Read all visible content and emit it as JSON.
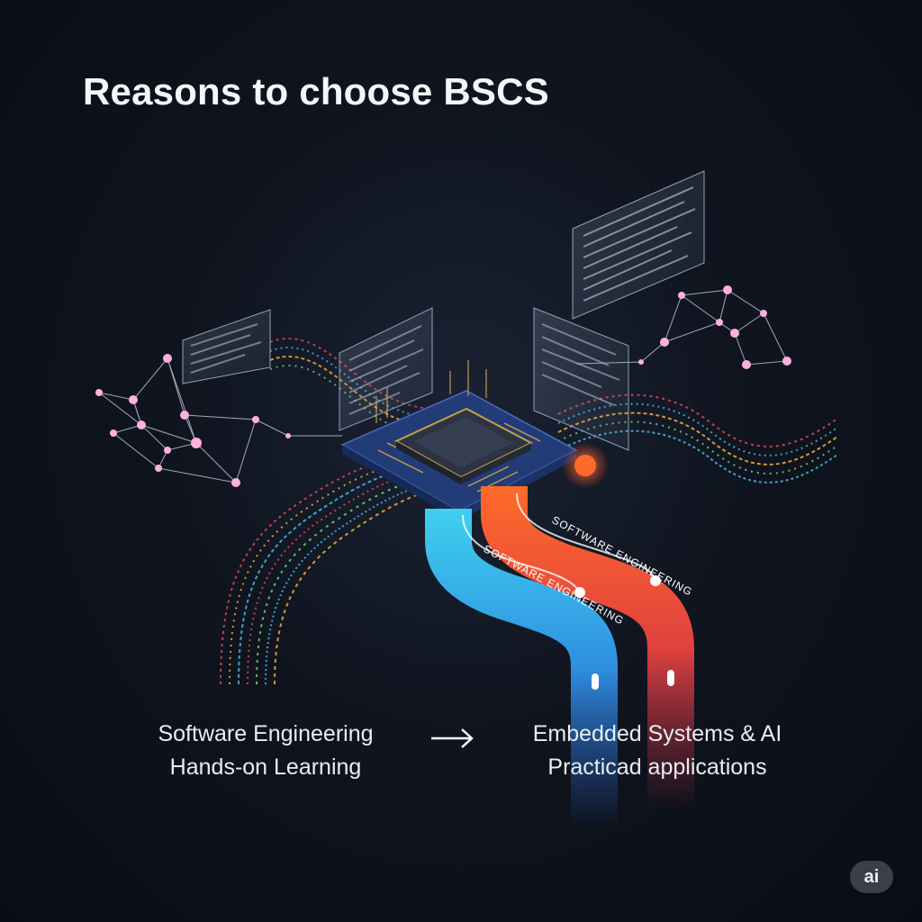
{
  "title": "Reasons to choose BSCS",
  "left_caption": {
    "line1": "Software Engineering",
    "line2": "Hands-on Learning"
  },
  "right_caption": {
    "line1": "Embedded Systems & AI",
    "line2": "Practicad applications"
  },
  "path_labels": {
    "blue": "SOFTWARE ENGINEERING",
    "red": "SOFTWARE ENGINEERING"
  },
  "badge": "ai",
  "colors": {
    "background": "#0c1018",
    "accent_blue": "#2f8fe0",
    "accent_red": "#e0413f",
    "accent_orange": "#ff6a2a",
    "node_pink": "#ff9ad6",
    "chip_blue": "#2a4a8c"
  }
}
